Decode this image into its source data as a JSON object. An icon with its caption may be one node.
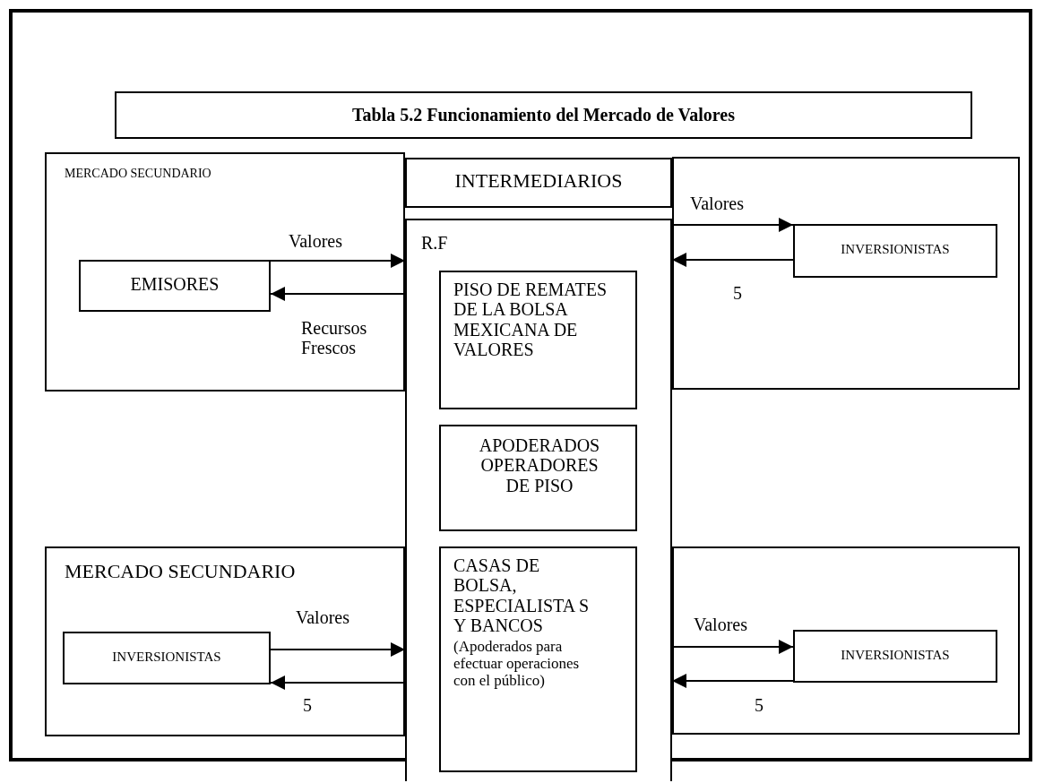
{
  "diagram": {
    "title": "Tabla 5.2 Funcionamiento del Mercado de Valores",
    "nodes": [
      {
        "text": [
          "MERCADO SECUNDARIO"
        ]
      },
      {
        "text": [
          "EMISORES"
        ],
        "in": 0
      },
      {
        "text": [
          "INTERMEDIARIOS"
        ]
      },
      {
        "text": [
          "R.F"
        ]
      },
      {
        "text": [
          "PISO DE REMATES DE LA BOLSA MEXICANA DE VALORES"
        ],
        "in": 3
      },
      {
        "text": [
          "APODERADOS OPERADORES DE PISO"
        ],
        "in": 3
      },
      {
        "text": [
          "CASAS DE BOLSA, ESPECIALISTA S Y BANCOS",
          "(Apoderados para efectuar operaciones con el público)"
        ],
        "in": 3
      },
      {
        "text": [],
        "shape": "box"
      },
      {
        "text": [
          "INVERSIONISTAS"
        ],
        "in": 7
      },
      {
        "text": [
          "MERCADO SECUNDARIO"
        ]
      },
      {
        "text": [
          "INVERSIONISTAS"
        ],
        "in": 9
      },
      {
        "text": [],
        "shape": "box"
      },
      {
        "text": [
          "INVERSIONISTAS"
        ],
        "in": 11
      }
    ],
    "edges": [
      {
        "from": 1,
        "to": 3,
        "arrow": "to",
        "label": "Valores"
      },
      {
        "from": 3,
        "to": 1,
        "arrow": "to",
        "label": "Recursos Frescos"
      },
      {
        "from": 3,
        "to": 8,
        "arrow": "to",
        "label": "Valores"
      },
      {
        "from": 8,
        "to": 3,
        "arrow": "to",
        "label": "5"
      },
      {
        "from": 10,
        "to": 3,
        "arrow": "to",
        "label": "Valores"
      },
      {
        "from": 3,
        "to": 10,
        "arrow": "to",
        "label": "5"
      },
      {
        "from": 3,
        "to": 12,
        "arrow": "to",
        "label": "Valores"
      },
      {
        "from": 12,
        "to": 3,
        "arrow": "to",
        "label": "5"
      }
    ]
  }
}
